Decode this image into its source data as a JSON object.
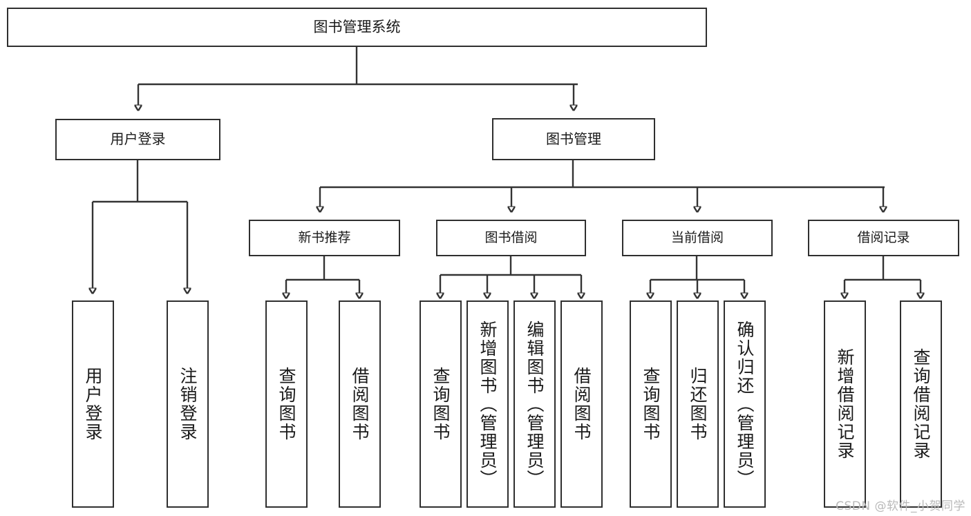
{
  "diagram": {
    "type": "tree-hierarchy",
    "title": "图书管理系统",
    "watermark": "CSDN @软件_小贺同学",
    "colors": {
      "box_border": "#2f2f2f",
      "box_fill": "#ffffff",
      "connector": "#333333",
      "text": "#1a1a1a",
      "watermark": "#b9b9b9",
      "background": "#ffffff"
    },
    "root": {
      "label": "图书管理系统"
    },
    "level1": [
      {
        "label": "用户登录"
      },
      {
        "label": "图书管理"
      }
    ],
    "level2": [
      {
        "label": "新书推荐"
      },
      {
        "label": "图书借阅"
      },
      {
        "label": "当前借阅"
      },
      {
        "label": "借阅记录"
      }
    ],
    "leaves": {
      "user_login": [
        {
          "label": "用户登录"
        },
        {
          "label": "注销登录"
        }
      ],
      "new_book": [
        {
          "label": "查询图书"
        },
        {
          "label": "借阅图书"
        }
      ],
      "book_borrow": [
        {
          "label": "查询图书"
        },
        {
          "label": "新增图书（管理员）"
        },
        {
          "label": "编辑图书（管理员）"
        },
        {
          "label": "借阅图书"
        }
      ],
      "current_borrow": [
        {
          "label": "查询图书"
        },
        {
          "label": "归还图书"
        },
        {
          "label": "确认归还（管理员）"
        }
      ],
      "borrow_record": [
        {
          "label": "新增借阅记录"
        },
        {
          "label": "查询借阅记录"
        }
      ]
    }
  }
}
